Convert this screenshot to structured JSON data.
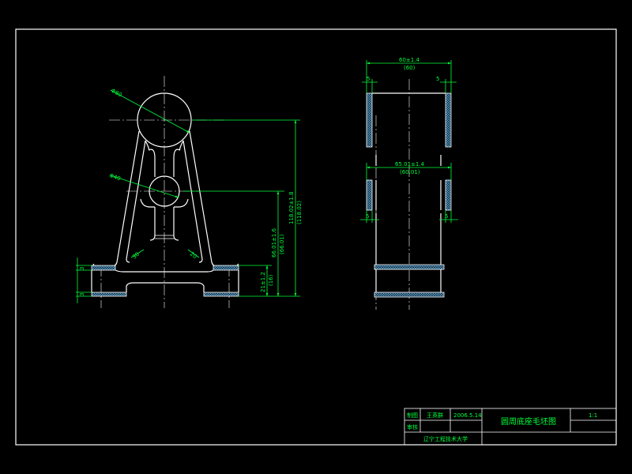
{
  "colors": {
    "background": "#000000",
    "outline": "#ffffff",
    "dimension": "#00ff3c",
    "hatch": "#5fd0ff"
  },
  "front_view": {
    "dims": {
      "top_circle": "Φ80",
      "mid_circle": "Φ40",
      "radius_left": "30",
      "radius_right": "20",
      "base_left_top": "3",
      "base_left_bottom": "3",
      "height_overall": "118.02±1.8",
      "height_overall_ref": "(118.02)",
      "height_mid": "66.01±1.6",
      "height_mid_ref": "(66.01)",
      "height_base": "21±1.2",
      "height_base_ref": "(16)"
    }
  },
  "side_view": {
    "dims": {
      "width_top": "60±1.4",
      "width_top_ref": "(60)",
      "wall_left": "5",
      "wall_right": "5",
      "width_mid": "65.01±1.4",
      "width_mid_ref": "(60.01)",
      "wall_mid_left": "5",
      "wall_mid_right": "5"
    }
  },
  "title_block": {
    "label_drawn": "制图",
    "name_drawn": "王英群",
    "date": "2006.5.14",
    "label_checked": "审核",
    "drawing_title": "圆周底座毛坯图",
    "scale": "1:1",
    "school": "辽宁工程技术大学"
  }
}
